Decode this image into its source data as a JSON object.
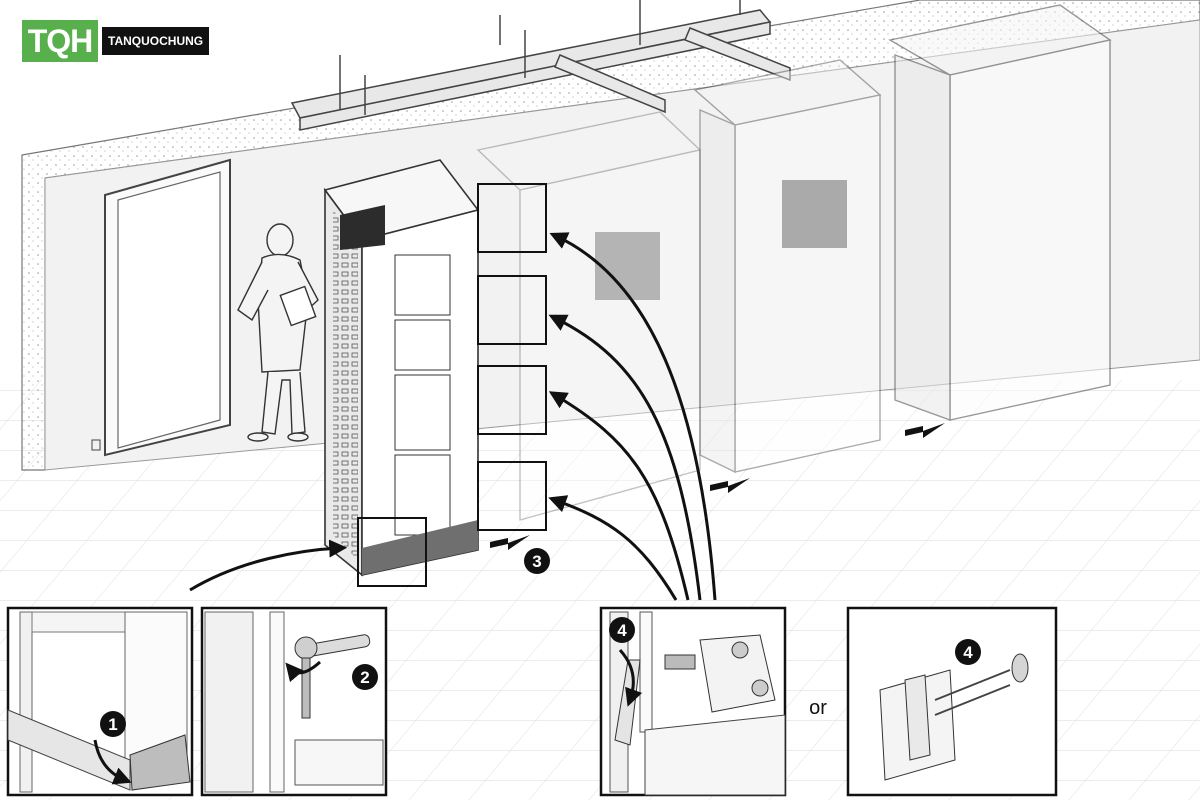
{
  "brand": {
    "mark": "TQH",
    "name": "TANQUOCHUNG",
    "accent_color": "#57b04b"
  },
  "diagram": {
    "step_markers": [
      "1",
      "2",
      "3",
      "4",
      "4"
    ],
    "separator_text": "or"
  },
  "icons": [
    "man-with-clipboard-figure",
    "wrench-icon",
    "bolt-icon",
    "arrow-icon"
  ]
}
